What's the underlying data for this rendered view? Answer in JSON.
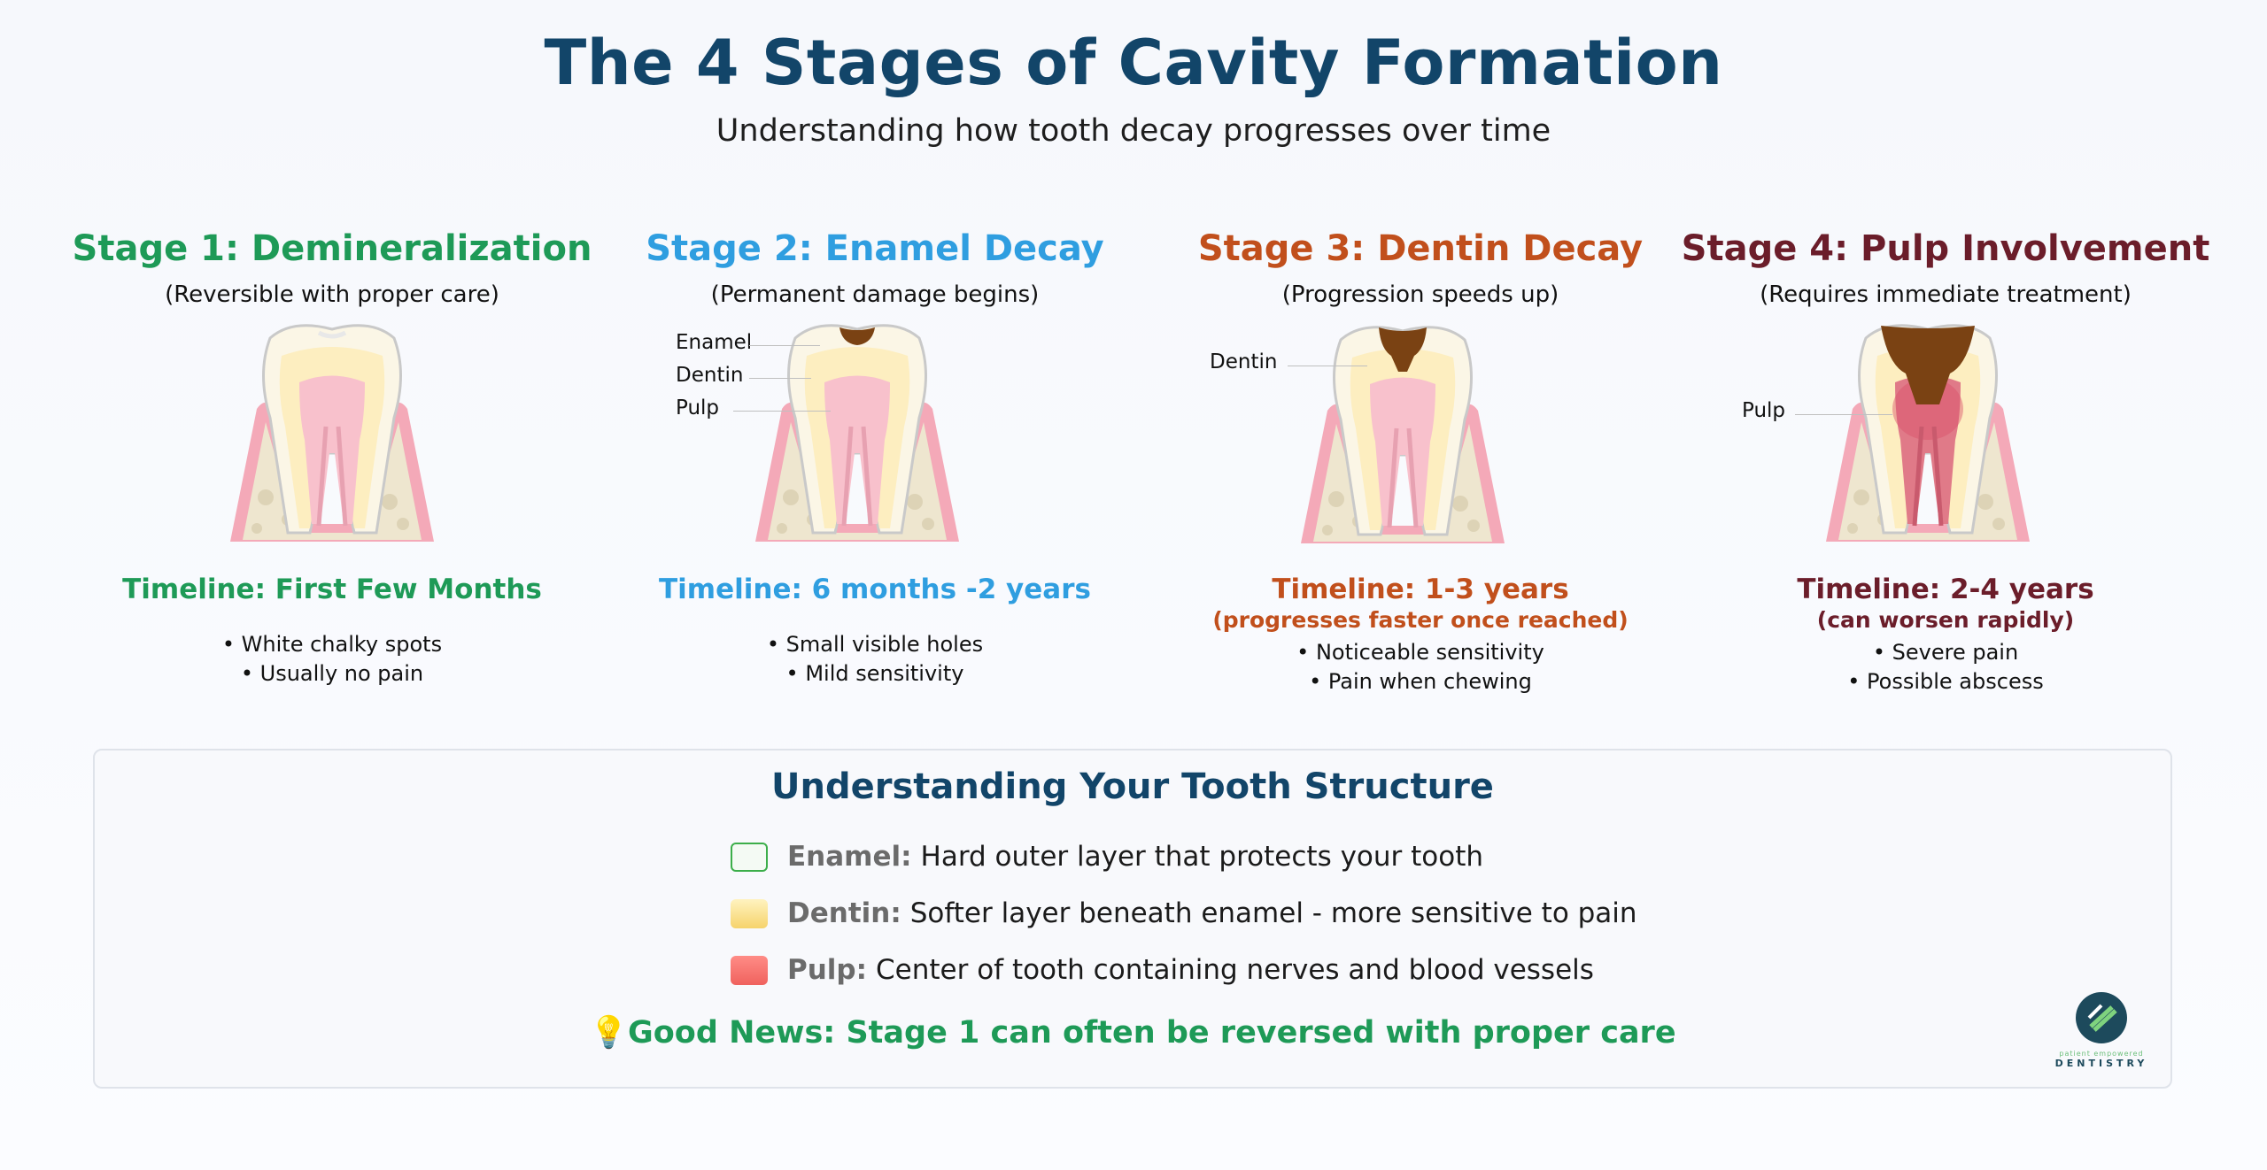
{
  "header": {
    "title": "The 4 Stages of Cavity Formation",
    "subtitle": "Understanding how tooth decay progresses over time"
  },
  "stages": [
    {
      "title": "Stage 1: Demineralization",
      "subtitle": "(Reversible with proper care)",
      "color": "#1e9a57",
      "timeline": "Timeline: First Few Months",
      "timeline_note": "",
      "bullets": [
        "• White chalky spots",
        "• Usually no pain"
      ],
      "callouts": []
    },
    {
      "title": "Stage 2: Enamel Decay",
      "subtitle": "(Permanent damage begins)",
      "color": "#2f9ee0",
      "timeline": "Timeline: 6 months -2 years",
      "timeline_note": "",
      "bullets": [
        "• Small visible holes",
        "• Mild sensitivity"
      ],
      "callouts": [
        "Enamel",
        "Dentin",
        "Pulp"
      ]
    },
    {
      "title": "Stage 3: Dentin Decay",
      "subtitle": "(Progression speeds up)",
      "color": "#c14f1c",
      "timeline": "Timeline:  1-3 years",
      "timeline_note": "(progresses faster once reached)",
      "bullets": [
        "• Noticeable sensitivity",
        "• Pain when chewing"
      ],
      "callouts": [
        "Dentin"
      ]
    },
    {
      "title": "Stage 4: Pulp Involvement",
      "subtitle": "(Requires immediate treatment)",
      "color": "#6b1d2a",
      "timeline": "Timeline: 2-4 years",
      "timeline_note": "(can worsen rapidly)",
      "bullets": [
        "• Severe pain",
        "• Possible abscess"
      ],
      "callouts": [
        "Pulp"
      ]
    }
  ],
  "structure": {
    "title": "Understanding Your Tooth Structure",
    "items": [
      {
        "key": "Enamel:",
        "text": "Hard outer layer that protects your tooth",
        "color": "#3cae4a"
      },
      {
        "key": "Dentin:",
        "text": "Softer layer beneath enamel - more sensitive to pain",
        "color": "#f6d36b"
      },
      {
        "key": "Pulp:",
        "text": "Center of tooth containing nerves and blood vessels",
        "color": "#f0625e"
      }
    ],
    "good_news_icon": "lightbulb-icon",
    "good_news": "💡Good News: Stage 1 can often be reversed with proper care"
  },
  "logo": {
    "tagline": "patient empowered",
    "wordmark": "DENTISTRY"
  }
}
